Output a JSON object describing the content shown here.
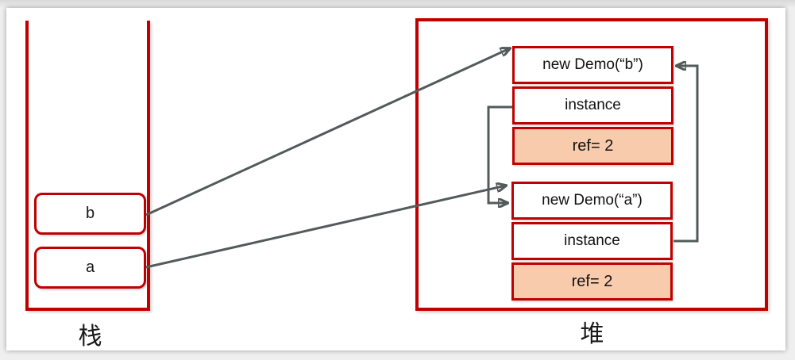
{
  "diagram": {
    "stack": {
      "label": "栈",
      "vars": [
        {
          "name": "b"
        },
        {
          "name": "a"
        }
      ]
    },
    "heap": {
      "label": "堆",
      "objects": [
        {
          "title": "new Demo(“b”)",
          "field": "instance",
          "ref": "ref= 2"
        },
        {
          "title": "new Demo(“a”)",
          "field": "instance",
          "ref": "ref= 2"
        }
      ]
    },
    "colors": {
      "border_red": "#c00000",
      "ref_fill": "#f8cbad",
      "arrow_gray": "#525a5a",
      "canvas_bg": "#ffffff",
      "page_bg": "#e9e9e9"
    }
  }
}
